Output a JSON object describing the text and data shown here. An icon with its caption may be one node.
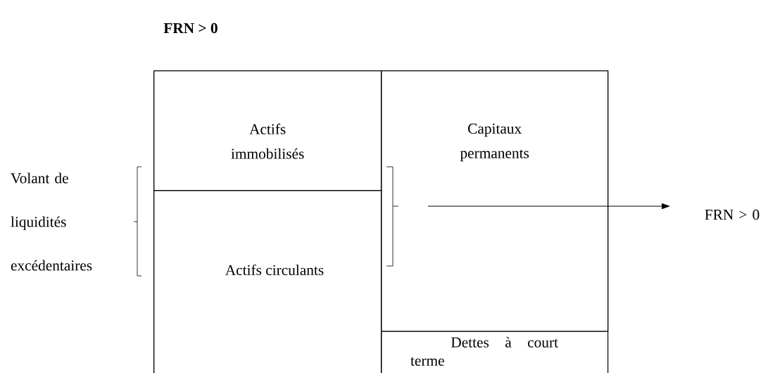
{
  "diagram": {
    "title": "FRN > 0",
    "nodes": [
      {
        "text": [
          "Actifs immobilisés"
        ]
      },
      {
        "text": [
          "Actifs circulants"
        ]
      },
      {
        "text": [
          "Capitaux permanents"
        ]
      },
      {
        "text": [
          "Dettes à court terme"
        ]
      },
      {
        "text": [
          "Volant de liquidités excédentaires"
        ]
      },
      {
        "text": [
          "FRN > 0"
        ]
      }
    ],
    "edges": [
      {
        "from": 2,
        "to": 5,
        "arrow": "to"
      }
    ]
  }
}
